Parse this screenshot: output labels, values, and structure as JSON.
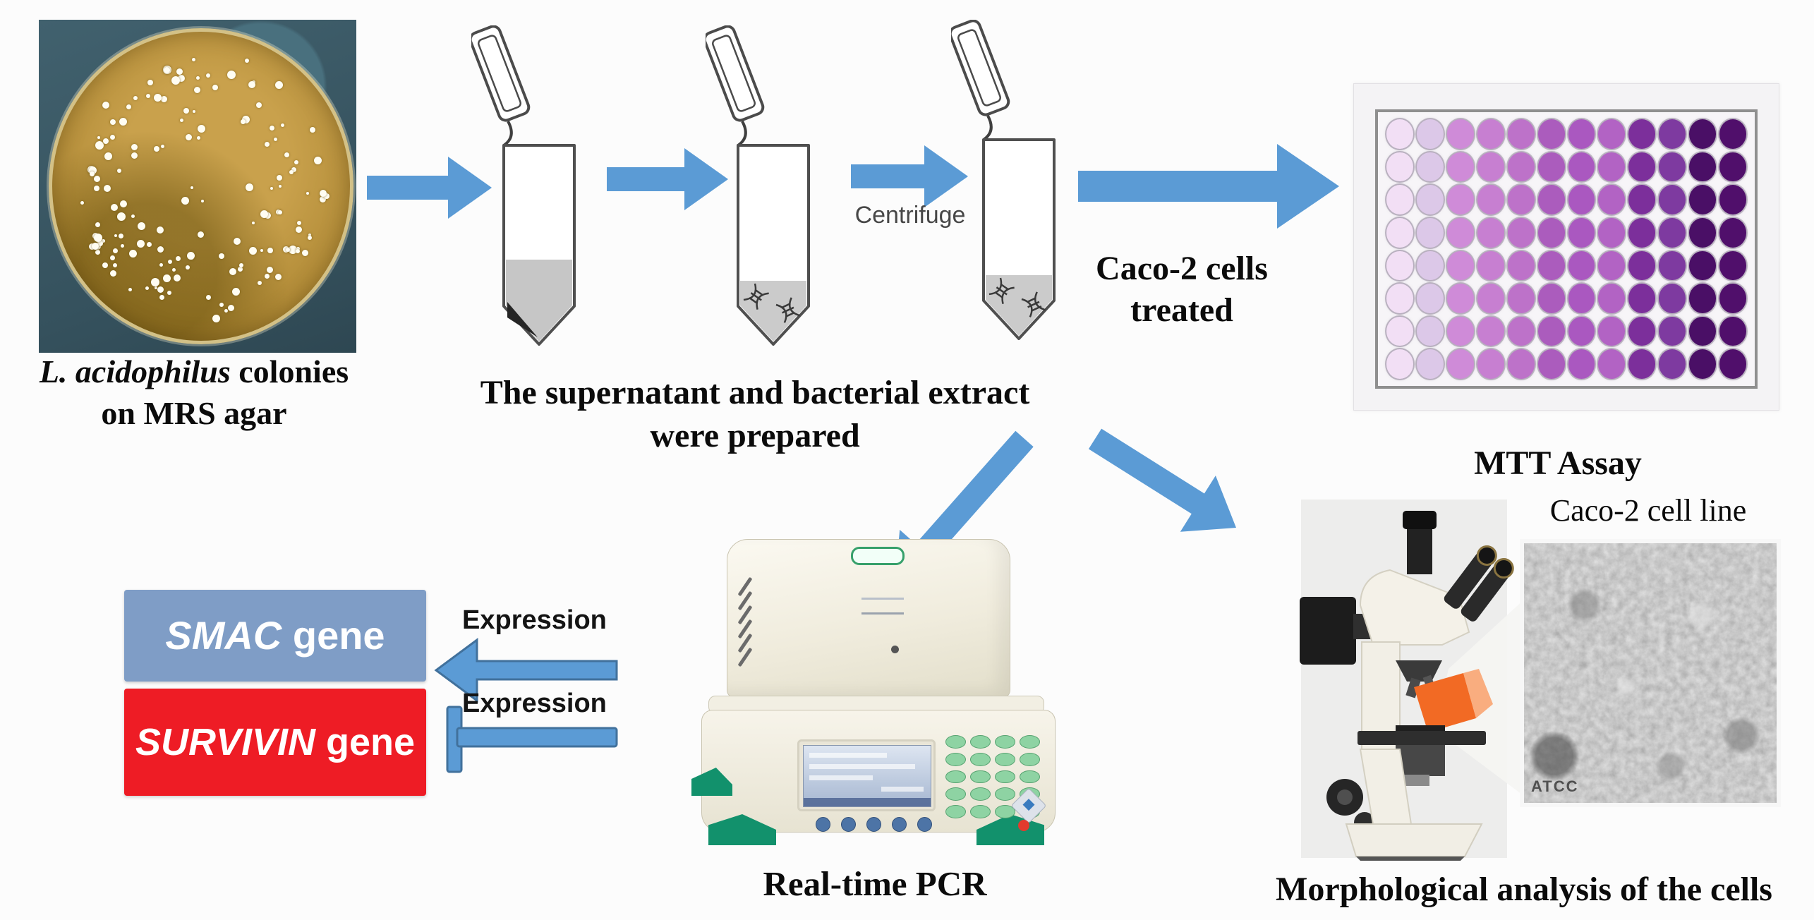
{
  "figure": {
    "background": "#fcfcfc",
    "accent_blue": "#5b9bd5",
    "accent_blue_dark": "#41719c"
  },
  "petri": {
    "caption_italic": "L. acidophilus",
    "caption_rest": " colonies",
    "caption_line2": "on MRS agar",
    "photo_bg": "#3e5b68",
    "agar_color": "#b8923d"
  },
  "prep": {
    "caption_line1": "The supernatant and bacterial extract",
    "caption_line2": "were prepared",
    "centrifuge_label": "Centrifuge"
  },
  "treatment": {
    "line1": "Caco-2 cells",
    "line2": "treated"
  },
  "mtt": {
    "caption": "MTT Assay",
    "rows": 8,
    "cols": 12,
    "well_colors": [
      "#f2dff5",
      "#dcc8e8",
      "#cf8bd8",
      "#c77fd1",
      "#bd72c9",
      "#ab5cbd",
      "#aa58c0",
      "#b263c4",
      "#7c2f9b",
      "#7e3aa0",
      "#4a0f66",
      "#500f6b"
    ]
  },
  "pcr": {
    "caption": "Real-time PCR"
  },
  "morphology": {
    "caption": "Morphological analysis of the cells",
    "cell_line_label": "Caco-2 cell line",
    "watermark": "ATCC"
  },
  "genes": {
    "expression_label": "Expression",
    "smac_italic": "SMAC",
    "smac_rest": " gene",
    "smac_color": "#7f9dc6",
    "survivin_italic": "SURVIVIN",
    "survivin_rest": " gene",
    "survivin_color": "#ee1c25"
  }
}
